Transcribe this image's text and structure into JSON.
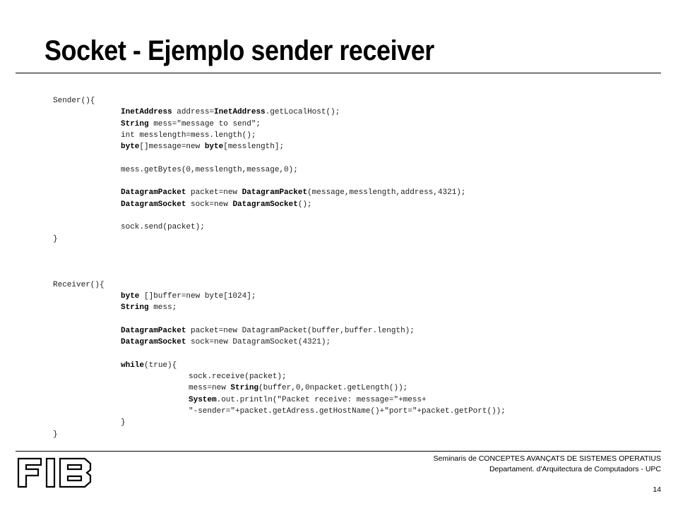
{
  "slide": {
    "title": "Socket - Ejemplo sender receiver"
  },
  "code": {
    "sender_open": "Sender(){",
    "s1_kw": "InetAddress",
    "s1_rest": " address=",
    "s1_kw2": "InetAddress",
    "s1_tail": ".getLocalHost();",
    "s2_kw": "String",
    "s2_rest": " mess=\"message to send\";",
    "s3_kw": "int",
    "s3_rest": " messlength=mess.length();",
    "s4_kw": "byte",
    "s4_rest": "[]message=new ",
    "s4_kw2": "byte",
    "s4_tail": "[messlength];",
    "s5": "mess.getBytes(0,messlength,message,0);",
    "s6_kw": "DatagramPacket",
    "s6_rest": " packet=new ",
    "s6_kw2": "DatagramPacket",
    "s6_tail": "(message,messlength,address,4321);",
    "s7_kw": "DatagramSocket",
    "s7_rest": " sock=new ",
    "s7_kw2": "DatagramSocket",
    "s7_tail": "();",
    "s8": "sock.send(packet);",
    "sender_close": "}",
    "receiver_open": "Receiver(){",
    "r1_kw": "byte",
    "r1_rest": " []buffer=new byte[1024];",
    "r2_kw": "String",
    "r2_rest": " mess;",
    "r3_kw": "DatagramPacket",
    "r3_rest": " packet=new DatagramPacket(buffer,buffer.length);",
    "r4_kw": "DatagramSocket",
    "r4_rest": " sock=new DatagramSocket(4321);",
    "r5_kw": "while",
    "r5_rest": "(true){",
    "r6": "sock.receive(packet);",
    "r7_pre": "mess=new ",
    "r7_kw": "String",
    "r7_rest": "(buffer,0,0npacket.getLength());",
    "r8_kw": "System",
    "r8_rest": ".out.println(\"Packet receive: message=\"+mess+",
    "r9": "\"-sender=\"+packet.getAdress.getHostName()+\"port=\"+packet.getPort());",
    "r10": "}",
    "receiver_close": "}"
  },
  "footer": {
    "line1": "Seminaris de CONCEPTES AVANÇATS DE SISTEMES OPERATIUS",
    "line2": "Departament.  d'Arquitectura de Computadors - UPC",
    "page_number": "14",
    "logo_text": "FIB"
  },
  "colors": {
    "text": "#000000",
    "code_text": "#202020",
    "rule": "#000000",
    "background": "#ffffff"
  }
}
